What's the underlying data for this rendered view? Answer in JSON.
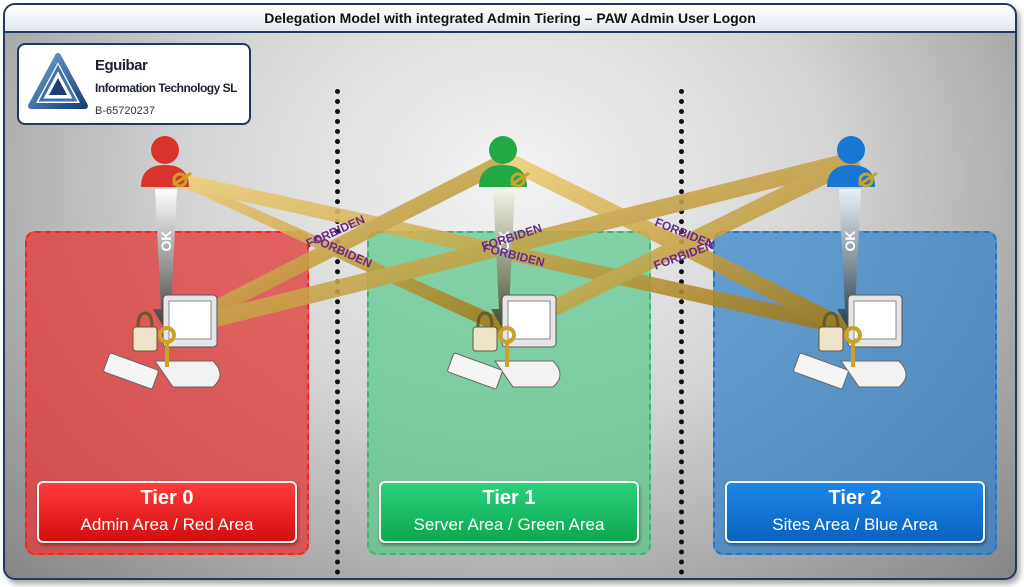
{
  "title": "Delegation Model with integrated Admin Tiering – PAW Admin User Logon",
  "logo": {
    "name": "Eguibar",
    "subtitle": "Information Technology SL",
    "code": "B-65720237"
  },
  "tiers": [
    {
      "name": "Tier 0",
      "area": "Admin Area / Red Area",
      "color": "#e23b3b"
    },
    {
      "name": "Tier 1",
      "area": "Server Area / Green Area",
      "color": "#13b35a"
    },
    {
      "name": "Tier 2",
      "area": "Sites Area / Blue Area",
      "color": "#1a7ad8"
    }
  ],
  "labels": {
    "ok": "OK",
    "forbidden": "FORBIDEN"
  },
  "colors": {
    "admin_red": "#d9342b",
    "admin_green": "#22a845",
    "admin_blue": "#1976d2",
    "arrow_gold": "#c9a227",
    "forbidden_text": "#6a2a8a"
  }
}
